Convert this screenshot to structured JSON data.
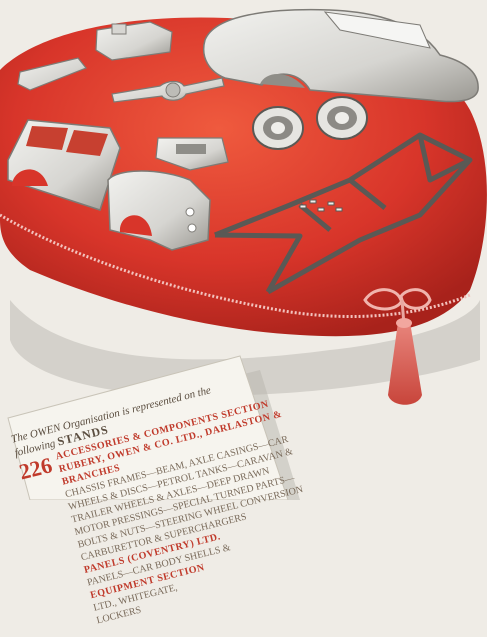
{
  "card": {
    "intro": "The OWEN Organisation is represented on the",
    "following": "following",
    "stands_label": "STANDS",
    "stand_number": "226",
    "section1_title": "ACCESSORIES & COMPONENTS SECTION",
    "section1_line1": "RUBERY, OWEN & CO. LTD., DARLASTON &",
    "section1_line2": "BRANCHES",
    "section1_line3": "CHASSIS FRAMES—BEAM, AXLE CASINGS—CAR",
    "section1_line4": "WHEELS & DISCS—PETROL TANKS—CARAVAN &",
    "section1_line5": "TRAILER WHEELS & AXLES—DEEP DRAWN",
    "section1_line6": "MOTOR PRESSINGS—SPECIAL TURNED PARTS—",
    "section1_line7": "BOLTS & NUTS—STEERING WHEEL CONVERSION",
    "section1_line8": "CARBURETTOR & SUPERCHARGERS",
    "section2_line1": "PANELS (COVENTRY) LTD.",
    "section2_line2": "PANELS—CAR BODY SHELLS &",
    "section3_title": "EQUIPMENT SECTION",
    "section3_line1": "LTD., WHITEGATE,",
    "section3_line2": "LOCKERS"
  },
  "colors": {
    "cushion": "#d8352a",
    "cushion_dark": "#a8221b",
    "cushion_light": "#ef5a3e",
    "metal": "#d9d9d6",
    "metal_shadow": "#8e8d88",
    "card_bg": "#f6f4ee",
    "background": "#efece6",
    "rope": "#e8a8a2"
  }
}
